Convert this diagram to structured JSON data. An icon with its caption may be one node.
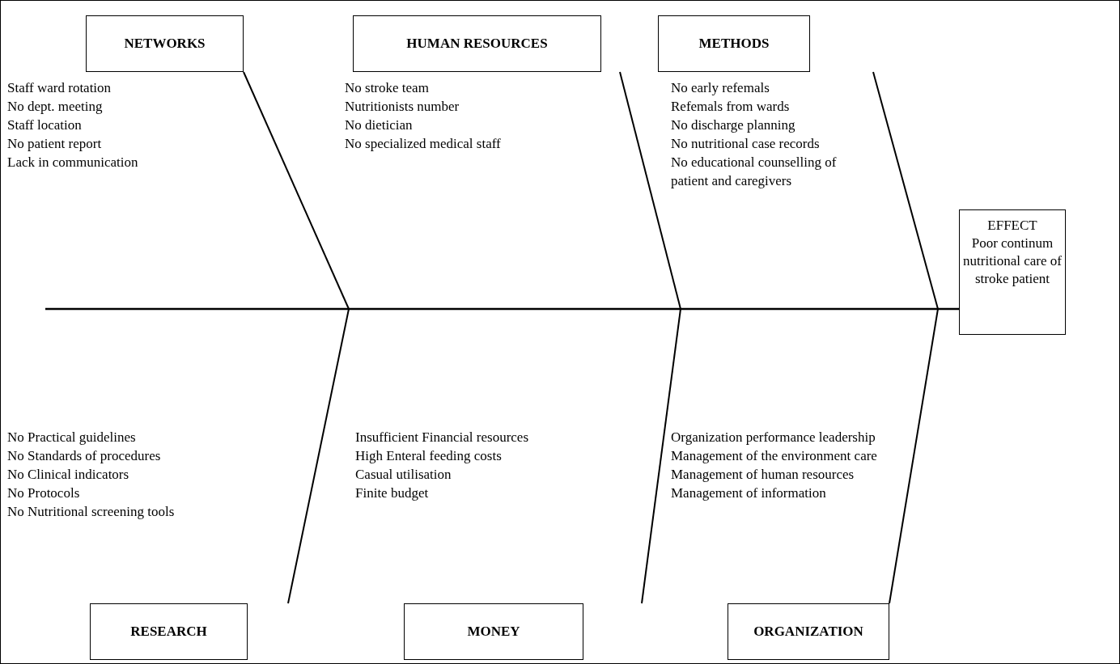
{
  "diagram": {
    "nodes": [
      {
        "text": [
          "NETWORKS"
        ],
        "beside": [
          "Staff ward rotation",
          "No dept. meeting",
          "Staff location",
          "No patient report",
          "Lack in communication"
        ]
      },
      {
        "text": [
          "HUMAN RESOURCES"
        ],
        "beside": [
          "No stroke team",
          "Nutritionists number",
          "No dietician",
          "No specialized medical staff"
        ]
      },
      {
        "text": [
          "METHODS"
        ],
        "beside": [
          "No early refemals",
          "Refemals from  wards",
          "No discharge planning",
          "No nutritional case records",
          "No educational counselling of patient and caregivers"
        ]
      },
      {
        "text": [
          "RESEARCH"
        ],
        "beside": [
          "No Practical guidelines",
          "No Standards of procedures",
          "No Clinical indicators",
          "No Protocols",
          "No Nutritional screening tools"
        ]
      },
      {
        "text": [
          "MONEY"
        ],
        "beside": [
          "Insufficient Financial resources",
          "High Enteral feeding costs",
          "Casual utilisation",
          "Finite budget"
        ]
      },
      {
        "text": [
          "ORGANIZATION"
        ],
        "beside": [
          "Organization performance leadership",
          "Management of the environment care",
          "Management of human resources",
          "Management of information"
        ]
      },
      {
        "text": [
          "EFFECT",
          "Poor continum nutritional care of stroke patient"
        ]
      }
    ],
    "edges": [
      {
        "from": 0,
        "to": null,
        "arrow": "none"
      },
      {
        "from": 1,
        "to": null,
        "arrow": "none"
      },
      {
        "from": 2,
        "to": null,
        "arrow": "none"
      },
      {
        "from": 3,
        "to": null,
        "arrow": "none"
      },
      {
        "from": 4,
        "to": null,
        "arrow": "none"
      },
      {
        "from": 5,
        "to": null,
        "arrow": "none"
      },
      {
        "from": null,
        "to": 6,
        "arrow": "none"
      }
    ]
  }
}
